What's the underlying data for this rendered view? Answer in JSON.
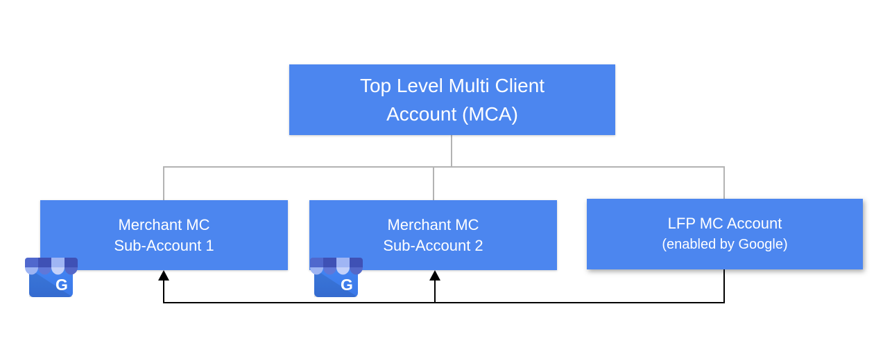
{
  "palette": {
    "box_blue": "#4c86ef",
    "box_text": "#ffffff",
    "connector_gray": "#b3b3b3",
    "arrow_black": "#000000",
    "page_bg": "#ffffff"
  },
  "nodes": {
    "root": {
      "line1": "Top Level Multi Client",
      "line2": "Account (MCA)"
    },
    "sub1": {
      "line1": "Merchant MC",
      "line2": "Sub-Account 1"
    },
    "sub2": {
      "line1": "Merchant MC",
      "line2": "Sub-Account 2"
    },
    "lfp": {
      "line1": "LFP MC Account",
      "line2": "(enabled by Google)"
    }
  },
  "icons": {
    "business_profile": {
      "label": "google-business-profile-icon",
      "letter": "G"
    }
  }
}
